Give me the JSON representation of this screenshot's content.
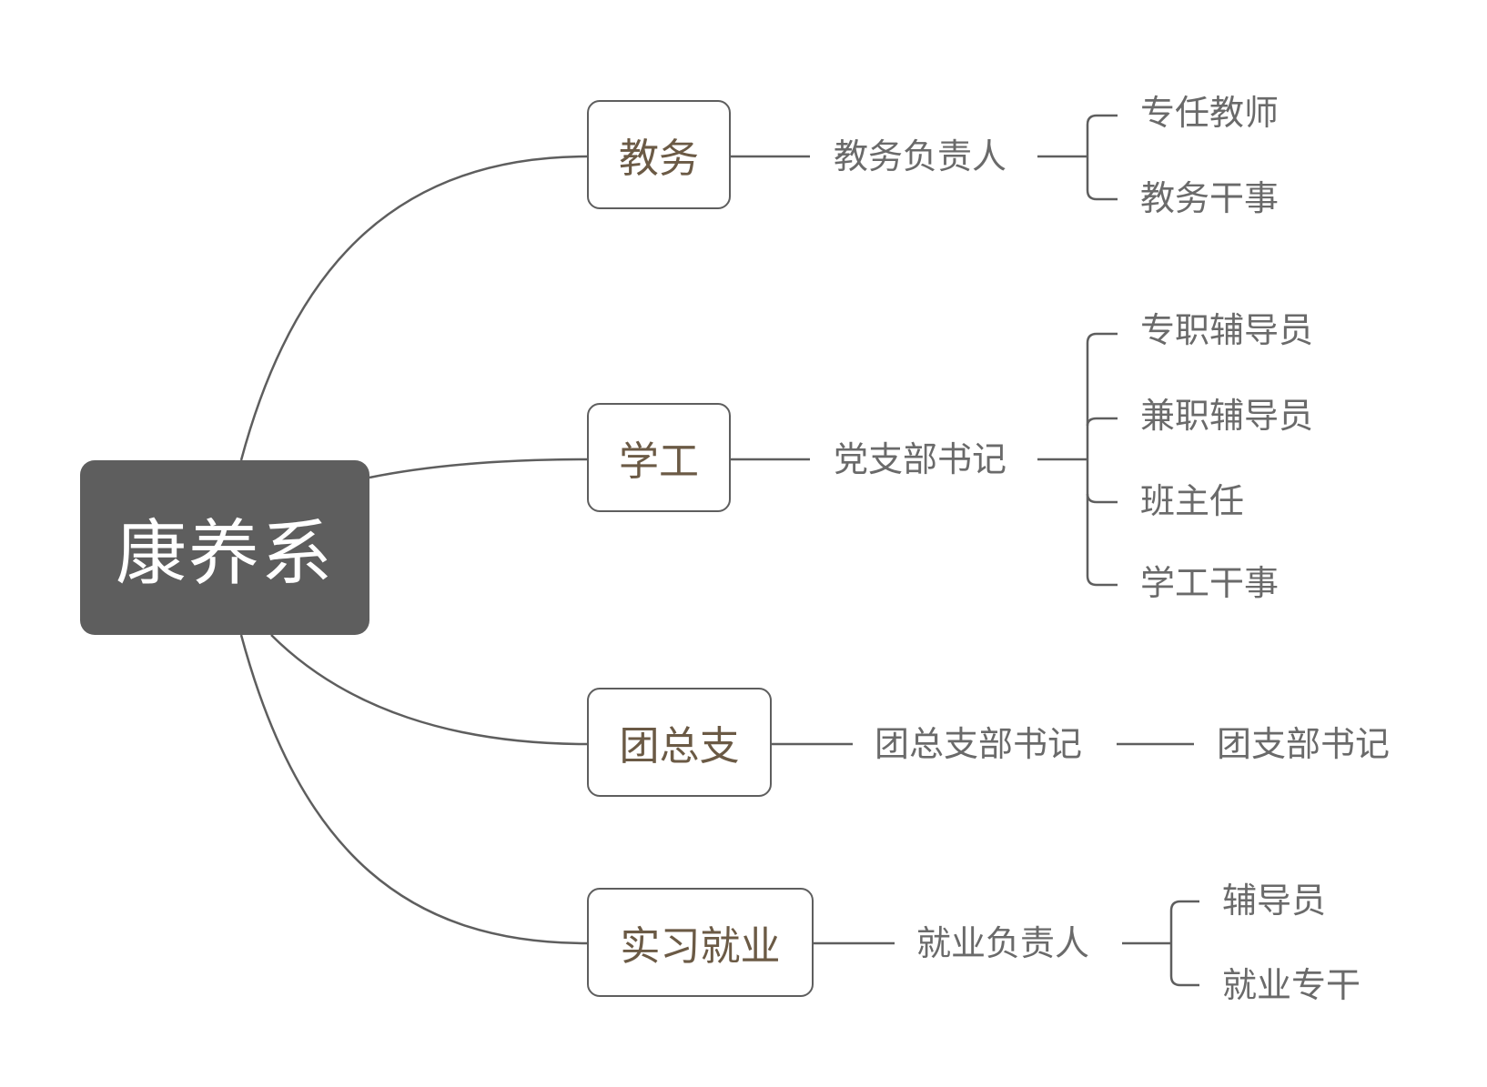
{
  "colors": {
    "root_bg": "#5e5e5e",
    "root_text": "#ffffff",
    "branch_text": "#6b5a45",
    "node_text": "#6a6a6a",
    "line": "#5e5e5e"
  },
  "root": {
    "label": "康养系"
  },
  "branches": [
    {
      "label": "教务",
      "lead": "教务负责人",
      "children": [
        "专任教师",
        "教务干事"
      ]
    },
    {
      "label": "学工",
      "lead": "党支部书记",
      "children": [
        "专职辅导员",
        "兼职辅导员",
        "班主任",
        "学工干事"
      ]
    },
    {
      "label": "团总支",
      "lead": "团总支部书记",
      "children": [
        "团支部书记"
      ]
    },
    {
      "label": "实习就业",
      "lead": "就业负责人",
      "children": [
        "辅导员",
        "就业专干"
      ]
    }
  ]
}
